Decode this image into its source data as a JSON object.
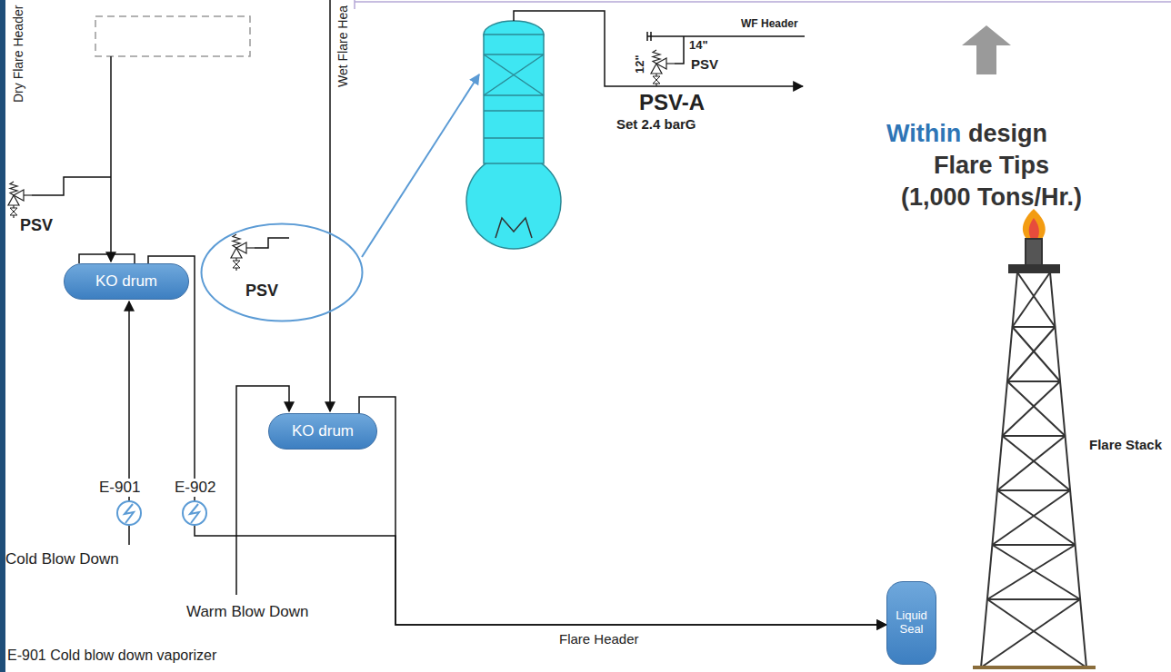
{
  "diagram": {
    "nodes": [
      {
        "text": [
          "PSV"
        ]
      },
      {
        "text": [
          "KO drum"
        ]
      },
      {
        "text": [
          "KO drum"
        ]
      },
      {
        "text": [
          "Liquid Seal"
        ]
      }
    ],
    "edges": [
      {
        "from": 1,
        "to": 3,
        "arrow": "to"
      },
      {
        "from": 2,
        "to": 3,
        "arrow": "to"
      }
    ],
    "labels": [
      "Dry Flare Header",
      "Wet Flare Hea",
      "PSV",
      "WF Header",
      "14\"",
      "12\"",
      "PSV",
      "PSV-A",
      "Set 2.4 barG",
      "Within",
      "design",
      "Flare Tips",
      "(1,000 Tons/Hr.)",
      "E-901",
      "E-902",
      "Cold Blow Down",
      "Warm Blow Down",
      "E-901 Cold blow down vaporizer",
      "Flare Header",
      "Flare Stack"
    ]
  }
}
